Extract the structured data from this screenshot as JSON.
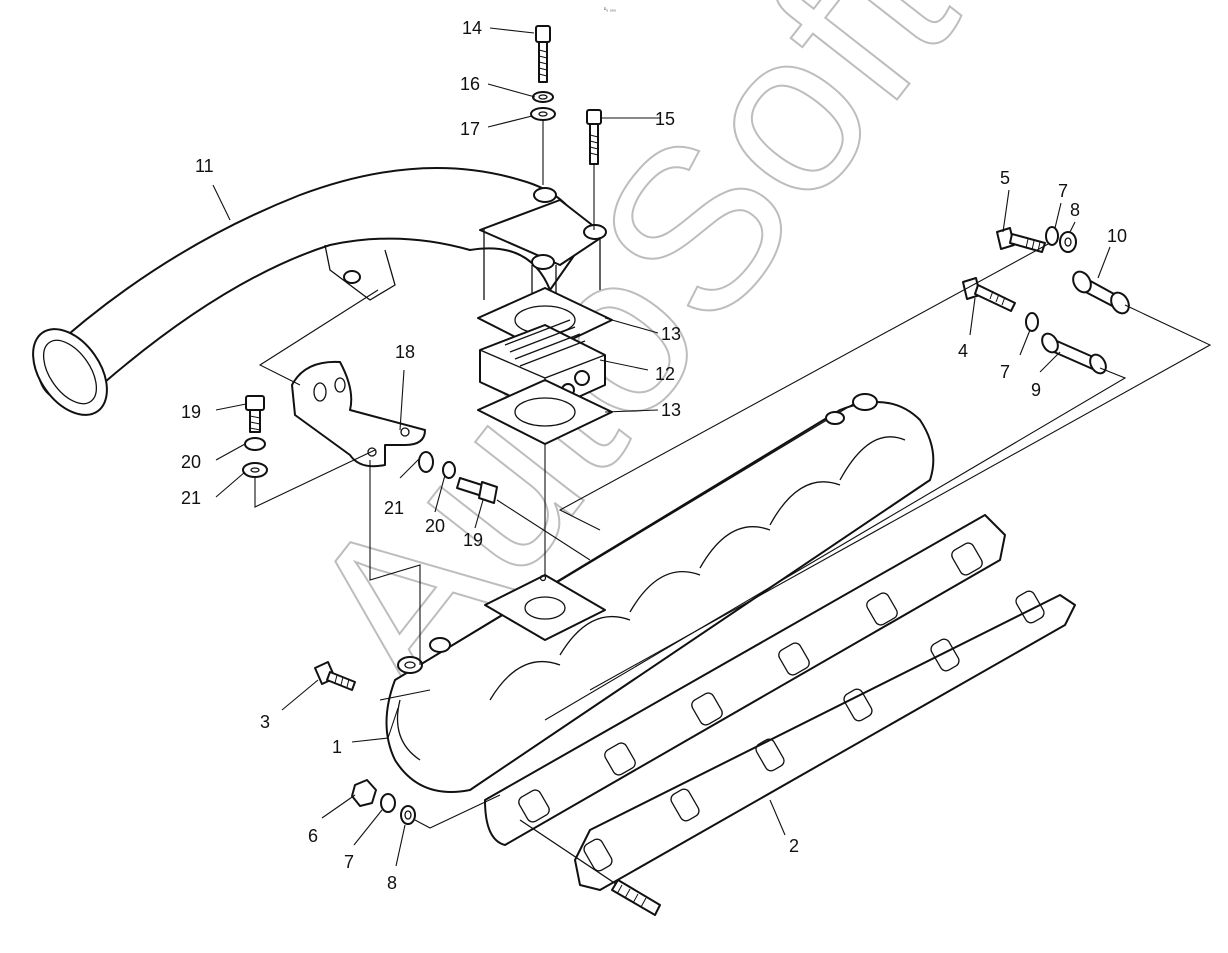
{
  "watermark": "AutoSoft",
  "code": "ᴰ₀ ₀₀₀",
  "callouts": [
    {
      "label": "1"
    },
    {
      "label": "2"
    },
    {
      "label": "3"
    },
    {
      "label": "4"
    },
    {
      "label": "5"
    },
    {
      "label": "6"
    },
    {
      "label": "7"
    },
    {
      "label": "7"
    },
    {
      "label": "7"
    },
    {
      "label": "8"
    },
    {
      "label": "8"
    },
    {
      "label": "9"
    },
    {
      "label": "10"
    },
    {
      "label": "11"
    },
    {
      "label": "12"
    },
    {
      "label": "13"
    },
    {
      "label": "13"
    },
    {
      "label": "14"
    },
    {
      "label": "15"
    },
    {
      "label": "16"
    },
    {
      "label": "17"
    },
    {
      "label": "18"
    },
    {
      "label": "19"
    },
    {
      "label": "19"
    },
    {
      "label": "20"
    },
    {
      "label": "20"
    },
    {
      "label": "21"
    },
    {
      "label": "21"
    }
  ]
}
